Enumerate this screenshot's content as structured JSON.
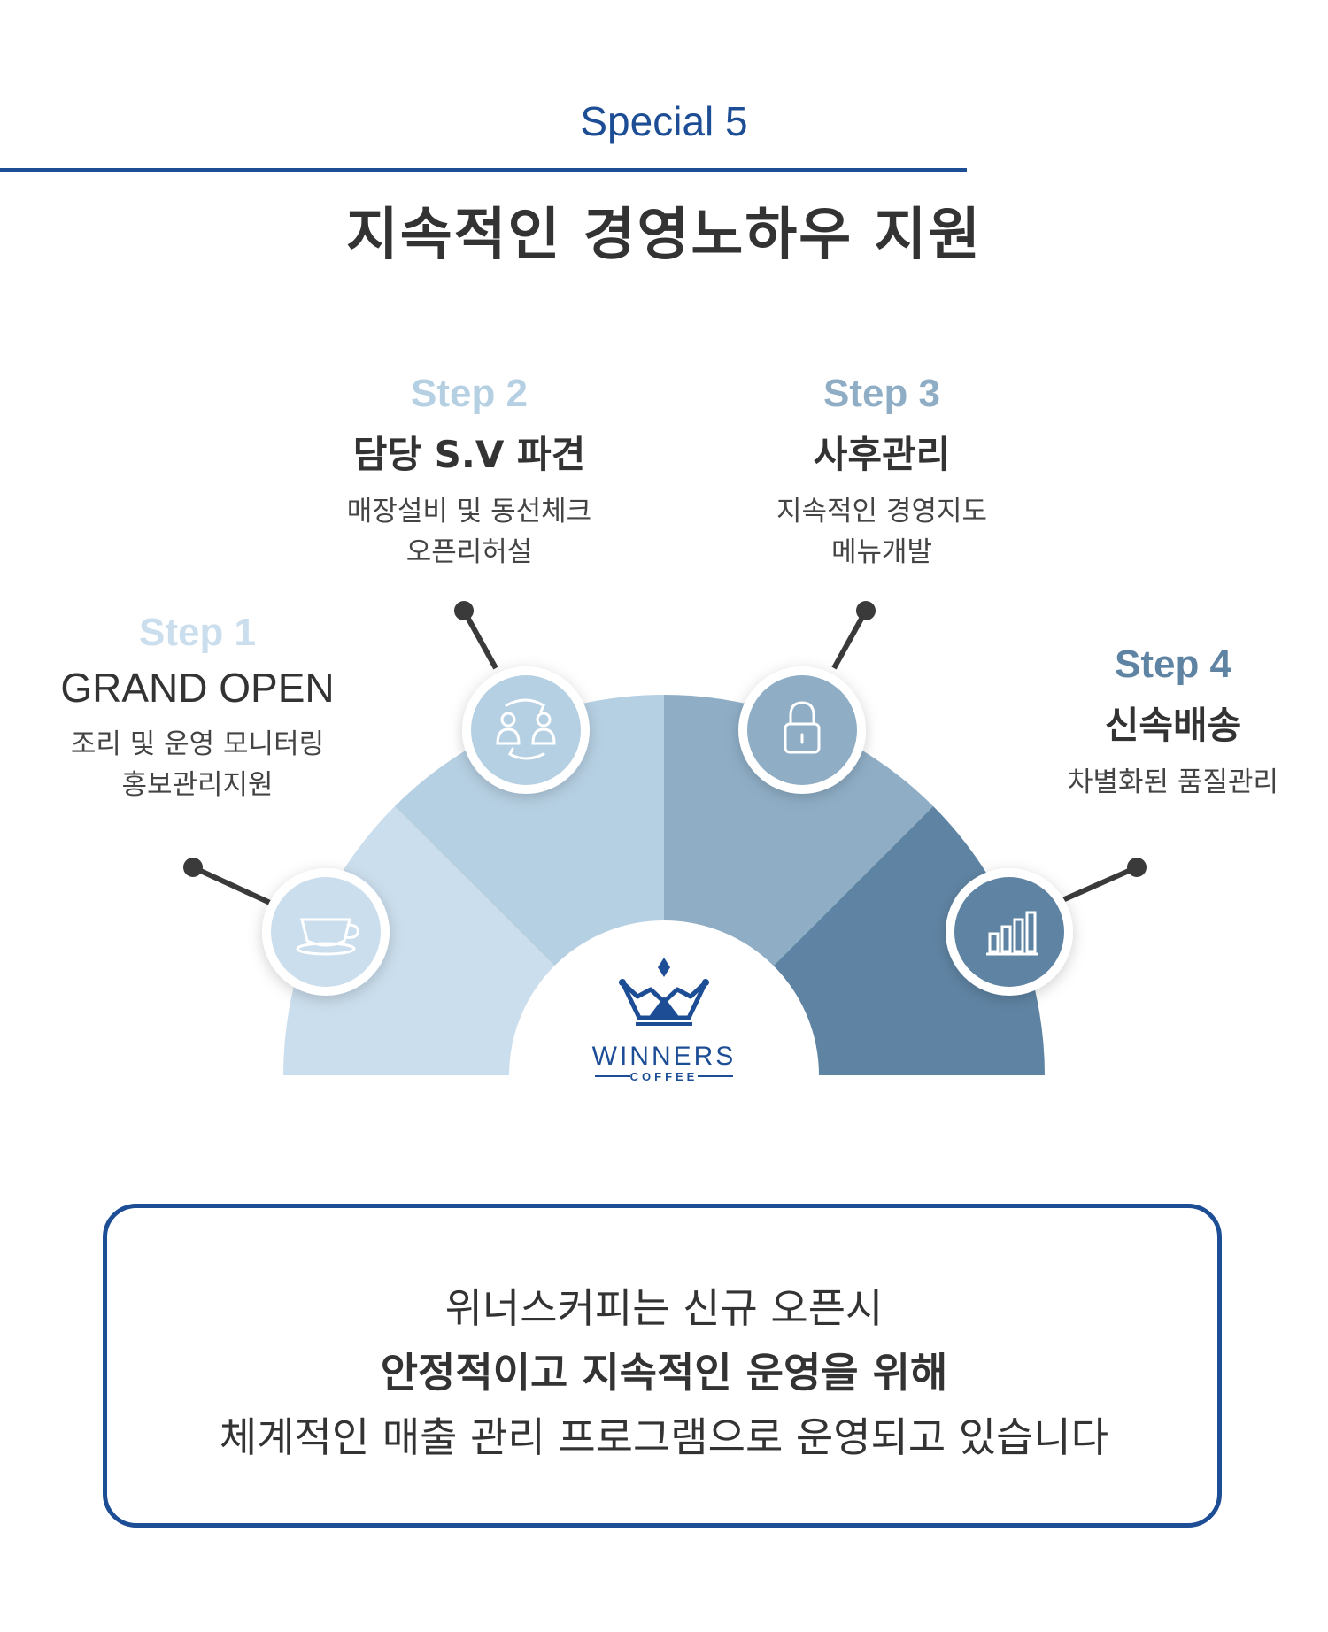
{
  "header": {
    "eyebrow": "Special 5",
    "title": "지속적인 경영노하우 지원"
  },
  "steps": [
    {
      "label": "Step 1",
      "name": "GRAND OPEN",
      "desc": [
        "조리 및 운영 모니터링",
        "홍보관리지원"
      ],
      "icon": "coffee-cup-icon",
      "color": "#cbdeed",
      "label_color": "#cbdeed"
    },
    {
      "label": "Step 2",
      "name": "담당 S.V 파견",
      "desc": [
        "매장설비 및 동선체크",
        "오픈리허설"
      ],
      "icon": "people-exchange-icon",
      "color": "#b6d0e3",
      "label_color": "#b6d0e3"
    },
    {
      "label": "Step 3",
      "name": "사후관리",
      "desc": [
        "지속적인 경영지도",
        "메뉴개발"
      ],
      "icon": "lock-icon",
      "color": "#8faec6",
      "label_color": "#8faec6"
    },
    {
      "label": "Step 4",
      "name": "신속배송",
      "desc": [
        "차별화된 품질관리"
      ],
      "icon": "bar-chart-icon",
      "color": "#5f84a3",
      "label_color": "#5f84a3"
    }
  ],
  "logo": {
    "name": "WINNERS",
    "sub": "COFFEE"
  },
  "message": {
    "line1": "위너스커피는 신규 오픈시",
    "line2": "안정적이고 지속적인 운영을 위해",
    "line3": "체계적인 매출 관리 프로그램으로 운영되고 있습니다"
  },
  "colors": {
    "brand": "#1d4e95",
    "text": "#333333"
  }
}
